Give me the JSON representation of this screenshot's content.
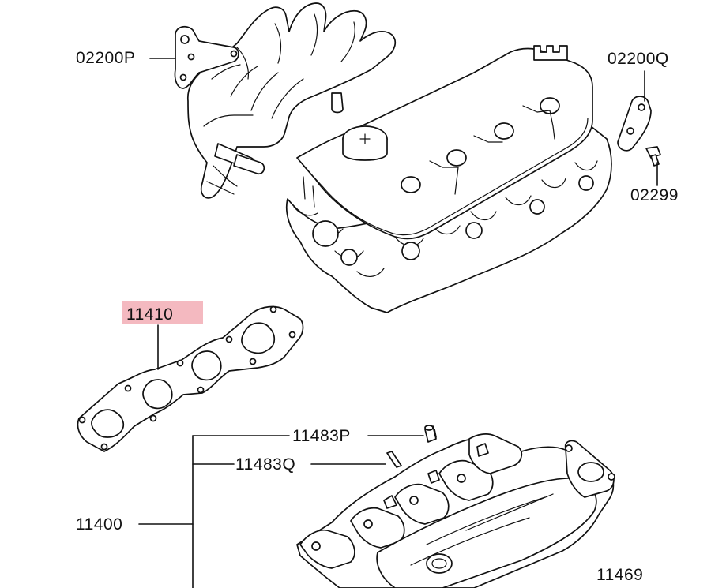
{
  "diagram": {
    "highlight_color": "#f4b9c0",
    "line_color": "#111111",
    "labels": {
      "p02200P": "02200P",
      "p02200Q": "02200Q",
      "p02299": "02299",
      "p11410": "11410",
      "p11483P": "11483P",
      "p11483Q": "11483Q",
      "p11400": "11400",
      "p11469": "11469"
    },
    "highlighted_part": "11410"
  }
}
